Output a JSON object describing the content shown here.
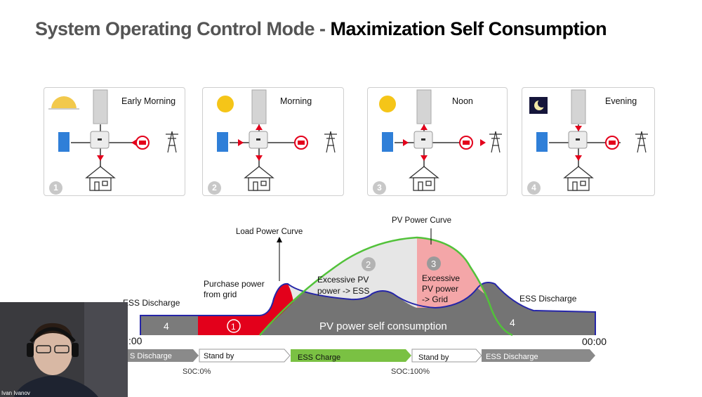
{
  "title": {
    "prefix": "System Operating Control Mode - ",
    "main": "Maximization Self Consumption"
  },
  "scenarios": [
    {
      "number": "1",
      "label": "Early Morning",
      "icon": "sunrise"
    },
    {
      "number": "2",
      "label": "Morning",
      "icon": "sun"
    },
    {
      "number": "3",
      "label": "Noon",
      "icon": "sun"
    },
    {
      "number": "4",
      "label": "Evening",
      "icon": "moon"
    }
  ],
  "curve": {
    "load_label": "Load Power Curve",
    "pv_label": "PV Power Curve",
    "purchase_label": [
      "Purchase power",
      "from grid"
    ],
    "excess_ess_label": [
      "Excessive PV",
      "power -> ESS"
    ],
    "excess_grid_label": [
      "Excessive",
      "PV power",
      "-> Grid"
    ],
    "ess_discharge_left": "ESS Discharge",
    "ess_discharge_right": "ESS Discharge",
    "self_consumption_label": "PV power self consumption",
    "time_start": ":00",
    "time_end": "00:00",
    "zone_numbers": [
      "1",
      "2",
      "3",
      "4",
      "4"
    ]
  },
  "status_bar": {
    "segments": [
      "S Discharge",
      "Stand by",
      "ESS Charge",
      "Stand by",
      "ESS Discharge"
    ],
    "soc_low": "S0C:0%",
    "soc_high": "SOC:100%"
  },
  "colors": {
    "grid_purchase": "#e3001b",
    "pv_curve": "#52c23a",
    "export": "#f4a6a8",
    "self_consumption": "#707070",
    "load_outline": "#2525a8",
    "panel_blue": "#2f7fd8",
    "ess_charge": "#7ac143"
  },
  "participant": {
    "name": "Ivan Ivanov"
  }
}
